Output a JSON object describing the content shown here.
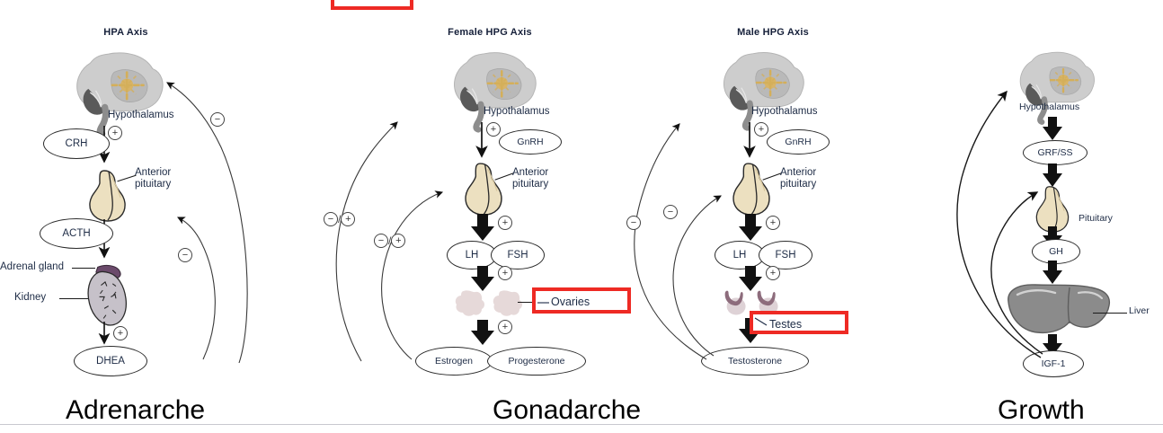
{
  "figure": {
    "background": "#ffffff",
    "bottom_rule_color": "#c9c9cf",
    "highlight_color": "#ee2a24"
  },
  "panels": [
    {
      "id": "hpa",
      "axis_title": "HPA Axis",
      "bottom_label": "Adrenarche",
      "organ_labels": [
        {
          "name": "hypothalamus",
          "text": "Hypothalamus"
        },
        {
          "name": "anterior-pituitary",
          "text": "Anterior",
          "text2": "pituitary"
        },
        {
          "name": "adrenal-gland",
          "text": "Adrenal gland"
        },
        {
          "name": "kidney",
          "text": "Kidney"
        }
      ],
      "hormones": [
        {
          "name": "crh",
          "text": "CRH"
        },
        {
          "name": "acth",
          "text": "ACTH"
        },
        {
          "name": "dhea",
          "text": "DHEA"
        }
      ],
      "signs": [
        "+",
        "−",
        "+",
        "−"
      ]
    },
    {
      "id": "female-hpg",
      "axis_title": "Female HPG Axis",
      "organ_labels": [
        {
          "name": "hypothalamus",
          "text": "Hypothalamus"
        },
        {
          "name": "anterior-pituitary",
          "text": "Anterior",
          "text2": "pituitary"
        },
        {
          "name": "ovaries",
          "text": "Ovaries"
        }
      ],
      "hormones": [
        {
          "name": "gnrh",
          "text": "GnRH"
        },
        {
          "name": "lh",
          "text": "LH"
        },
        {
          "name": "fsh",
          "text": "FSH"
        },
        {
          "name": "estrogen",
          "text": "Estrogen"
        },
        {
          "name": "progesterone",
          "text": "Progesterone"
        }
      ],
      "feedback_labels": [
        "−/+",
        "−/+"
      ]
    },
    {
      "id": "male-hpg",
      "axis_title": "Male HPG Axis",
      "organ_labels": [
        {
          "name": "hypothalamus",
          "text": "Hypothalamus"
        },
        {
          "name": "anterior-pituitary",
          "text": "Anterior",
          "text2": "pituitary"
        },
        {
          "name": "testes",
          "text": "Testes"
        }
      ],
      "hormones": [
        {
          "name": "gnrh",
          "text": "GnRH"
        },
        {
          "name": "lh",
          "text": "LH"
        },
        {
          "name": "fsh",
          "text": "FSH"
        },
        {
          "name": "testosterone",
          "text": "Testosterone"
        }
      ],
      "feedback_labels": [
        "−",
        "−"
      ]
    },
    {
      "id": "growth",
      "axis_title": "",
      "bottom_label": "Growth",
      "organ_labels": [
        {
          "name": "hypothalamus",
          "text": "Hypothalamus"
        },
        {
          "name": "pituitary",
          "text": "Pituitary"
        },
        {
          "name": "liver",
          "text": "Liver"
        }
      ],
      "hormones": [
        {
          "name": "grf-ss",
          "text": "GRF/SS"
        },
        {
          "name": "gh",
          "text": "GH"
        },
        {
          "name": "igf-1",
          "text": "IGF-1"
        }
      ]
    }
  ],
  "bottom_labels": {
    "adrenarche": "Adrenarche",
    "gonadarche": "Gonadarche",
    "growth": "Growth"
  },
  "annotations": [
    {
      "name": "ovaries-highlight",
      "text": "Ovaries"
    },
    {
      "name": "testes-highlight",
      "text": "Testes"
    },
    {
      "name": "top-highlight",
      "text": ""
    }
  ],
  "colors": {
    "brain_gray": "#c9c9c9",
    "brain_dark": "#4a4a4a",
    "hypothalamus_gold": "#d4af5a",
    "pituitary_cream": "#ece0c0",
    "adrenal_purple": "#6b4a6b",
    "kidney_gray": "#c6c1c9",
    "ovary_pink": "#e6d9d9",
    "testes_mauve": "#8d6c7c",
    "liver_gray": "#8b8b8b",
    "arrow_black": "#111111",
    "text_navy": "#1d2b45"
  }
}
